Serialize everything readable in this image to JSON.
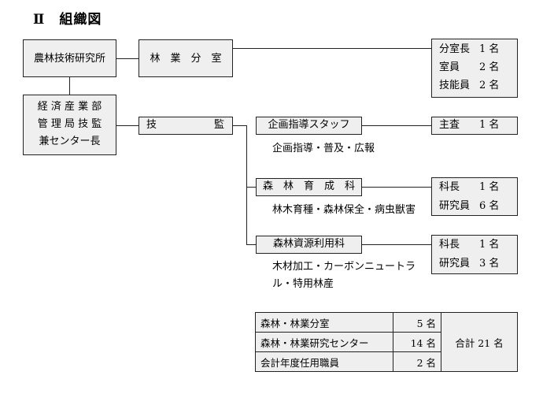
{
  "heading": "Ⅱ　組織図",
  "org": {
    "root": "農林技術研究所",
    "branch": "林　業　分　室",
    "branch_staff": [
      {
        "role": "分室長",
        "count": "1 名"
      },
      {
        "role": "室員",
        "count": "2 名"
      },
      {
        "role": "技能員",
        "count": "2 名"
      }
    ],
    "director": [
      "経 済 産 業 部",
      "管 理 局 技 監",
      "兼センター長"
    ],
    "supervisor": [
      "技",
      "監"
    ],
    "units": [
      {
        "name": "企画指導スタッフ",
        "duties": [
          "企画指導・普及・広報"
        ],
        "staff": [
          {
            "role": "主査",
            "count": "1 名"
          }
        ]
      },
      {
        "name": "森　林　育　成　科",
        "duties": [
          "林木育種・森林保全・病虫獣害"
        ],
        "staff": [
          {
            "role": "科長",
            "count": "1 名"
          },
          {
            "role": "研究員",
            "count": "6 名"
          }
        ]
      },
      {
        "name": "森林資源利用科",
        "duties": [
          "木材加工・カーボンニュートラ",
          "ル・特用林産"
        ],
        "staff": [
          {
            "role": "科長",
            "count": "1 名"
          },
          {
            "role": "研究員",
            "count": "3 名"
          }
        ]
      }
    ]
  },
  "summary": {
    "rows": [
      {
        "label": "森林・林業分室",
        "count": "5 名"
      },
      {
        "label": "森林・林業研究センター",
        "count": "14 名"
      },
      {
        "label": "会計年度任用職員",
        "count": "2 名"
      }
    ],
    "total": "合計 21 名"
  }
}
